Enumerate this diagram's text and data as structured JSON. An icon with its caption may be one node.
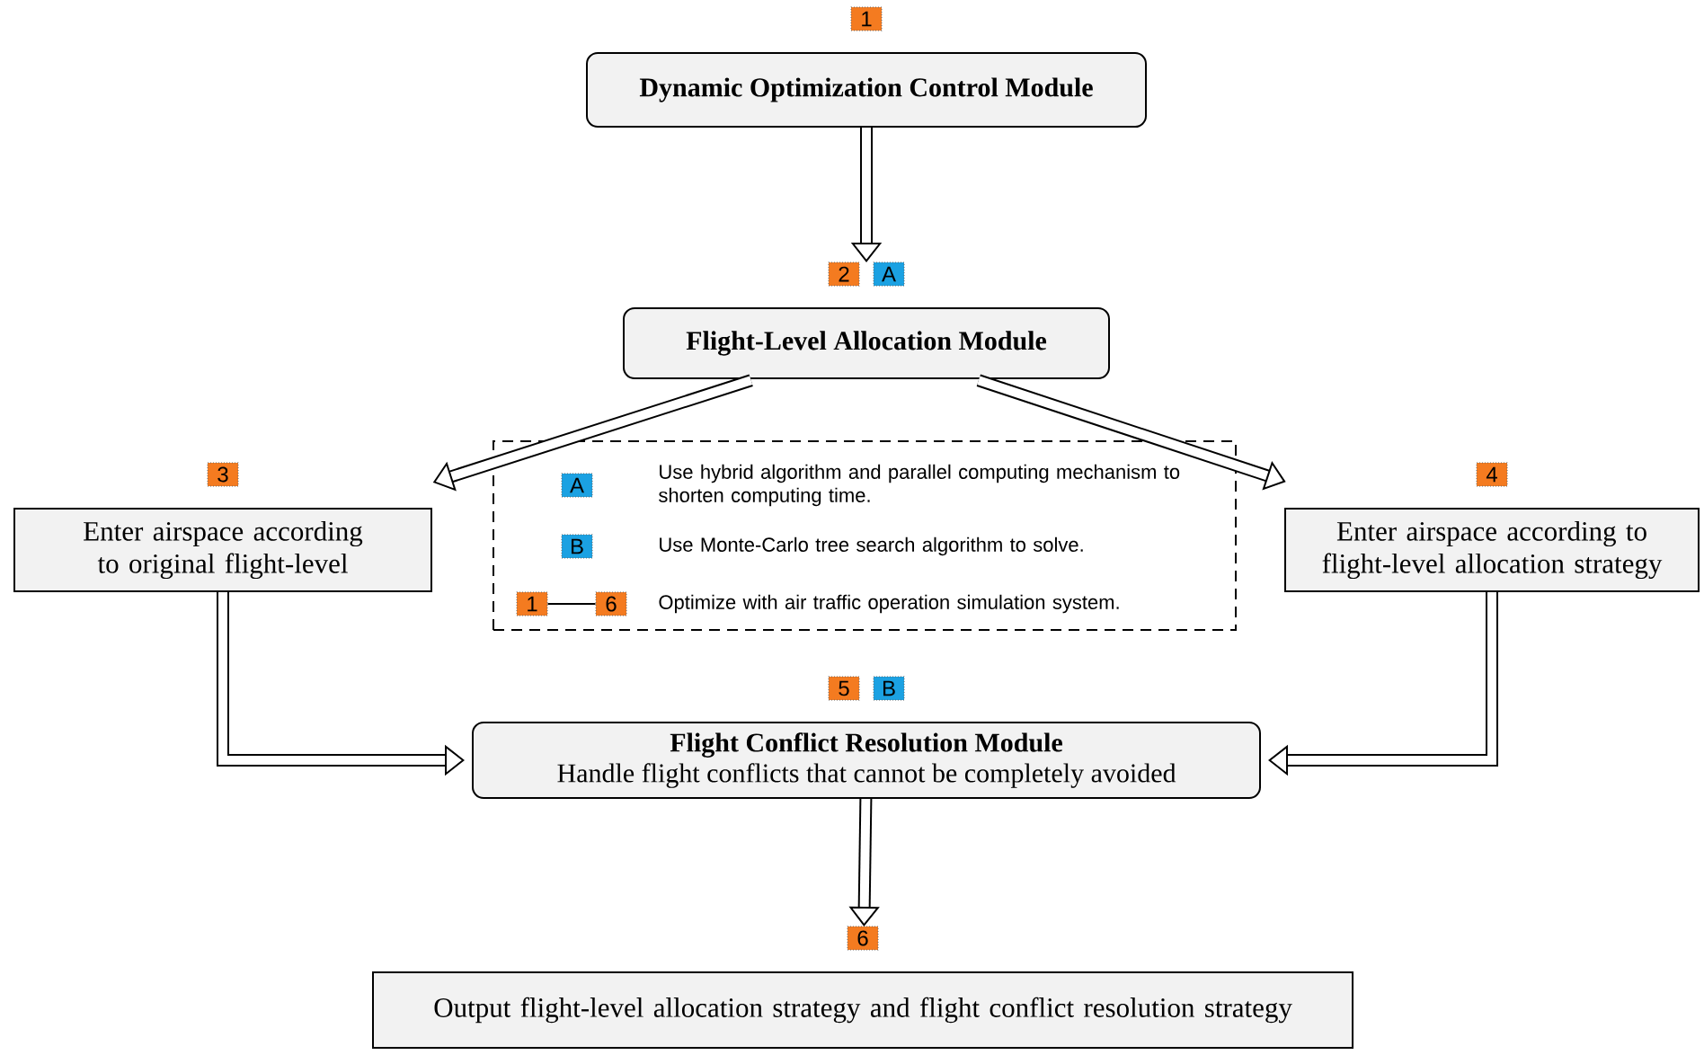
{
  "diagram": {
    "nodes": [
      {
        "text": [
          "Dynamic Optimization Control Module"
        ],
        "beside": [
          "1"
        ]
      },
      {
        "text": [
          "Flight-Level Allocation Module"
        ],
        "beside": [
          "2",
          "A"
        ]
      },
      {
        "text": [
          "Use hybrid algorithm and parallel computing mechanism to shorten computing time.",
          "Use Monte-Carlo tree search algorithm to solve.",
          "Optimize with air traffic operation simulation system."
        ]
      },
      {
        "text": [
          "A"
        ],
        "in": 2
      },
      {
        "text": [
          "B"
        ],
        "in": 2
      },
      {
        "text": [
          "1"
        ],
        "in": 2
      },
      {
        "text": [
          "6"
        ],
        "in": 2
      },
      {
        "text": [
          "Enter airspace according to original flight-level"
        ],
        "beside": [
          "3"
        ]
      },
      {
        "text": [
          "Enter airspace according to flight-level allocation strategy"
        ],
        "beside": [
          "4"
        ]
      },
      {
        "text": [
          "Flight Conflict Resolution Module",
          "Handle flight conflicts that cannot be completely avoided"
        ],
        "beside": [
          "5",
          "B"
        ]
      },
      {
        "text": [
          "Output flight-level allocation strategy and flight conflict resolution strategy"
        ],
        "beside": [
          "6"
        ]
      }
    ],
    "edges": [
      {
        "from": 0,
        "to": 1,
        "arrow": "to"
      },
      {
        "from": 1,
        "to": 7,
        "arrow": "to"
      },
      {
        "from": 1,
        "to": 8,
        "arrow": "to"
      },
      {
        "from": 7,
        "to": 9,
        "arrow": "to"
      },
      {
        "from": 8,
        "to": 9,
        "arrow": "to"
      },
      {
        "from": 9,
        "to": 10,
        "arrow": "to"
      },
      {
        "from": 5,
        "to": 6,
        "arrow": "none"
      }
    ]
  }
}
